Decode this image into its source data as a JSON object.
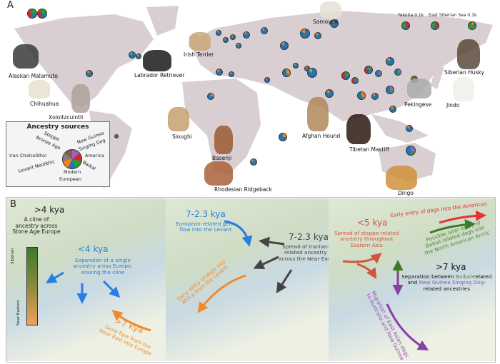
{
  "panel_a": {
    "letter": "A",
    "dogs": [
      "Alaskan Malamute",
      "Chihuahua",
      "Xoloitzcuintli",
      "Labrador Retriever",
      "Irish Terrier",
      "Samoyed",
      "Sloughi",
      "Basenji",
      "Rhodesian Ridgeback",
      "Afghan Hound",
      "Tibetan Mastiff",
      "Pekingese",
      "Jindo",
      "Siberian Husky",
      "Dingo"
    ],
    "site_labels": {
      "yakutia": "Yakutia 0.1k",
      "east_siberian_sea": "East Siberian Sea 0.1k"
    },
    "legend": {
      "title": "Ancestry sources",
      "items": [
        "Steppe Bronze Age",
        "New Guinea Singing Dog",
        "America",
        "Baikal",
        "Modern European",
        "Levant Neolithic",
        "Iran Chalcolithic"
      ],
      "labels": {
        "steppe_1": "Steppe",
        "steppe_2": "Bronze Age",
        "ng_1": "New Guinea",
        "ng_2": "Singing Dog",
        "america": "America",
        "baikal": "Baikal",
        "modern_1": "Modern",
        "modern_2": "European",
        "levant": "Levant Neolithic",
        "iran": "Iran Chalcolithic"
      },
      "colors": {
        "steppe": "#8c564b",
        "new_guinea": "#9467bd",
        "america": "#d62728",
        "baikal": "#2ca02c",
        "modern_european": "#1f77b4",
        "levant": "#ff7f0e",
        "iran": "#7f7f7f"
      }
    }
  },
  "panel_b": {
    "letter": "B",
    "europe": {
      "cline_time": ">4 kya",
      "cline_desc": [
        "A cline of",
        "ancestry across",
        "Stone Age Europe"
      ],
      "scale_top": "Siberian",
      "scale_bottom": "Near Eastern",
      "expansion_time": "<4 kya",
      "expansion_desc": [
        "Expansion of a single",
        "ancestry aross Europe,",
        "erasing the cline"
      ],
      "geneflow_time": ">7 kya",
      "geneflow_desc": [
        "Gene flow from the",
        "Near East into Europe"
      ]
    },
    "near_east": {
      "euro_time": "7-2.3 kya",
      "euro_desc": [
        "European-related gene",
        "flow into the Levant"
      ],
      "iran_time": "7-2.3 kya",
      "iran_desc": [
        "Spread of Iranian-",
        "related ancestry",
        "across the Near East"
      ],
      "africa_desc": [
        "Early entry of dogs into",
        "Africa from the Levant"
      ]
    },
    "east_asia": {
      "steppe_time": "<5 kya",
      "steppe_desc": [
        "Spread of steppe-related",
        "ancestry throughout",
        "Eastern Asia"
      ],
      "americas": "Early entry of dogs into the Americas",
      "arctic_desc": [
        "Possible later entry of",
        "Baikal-related dogs into",
        "the North American Arctic"
      ],
      "sep_time": ">7 kya",
      "sep_parts": [
        "Separation between ",
        "Baikal",
        "-related",
        "and ",
        "New Guinea Singing Dog",
        "-",
        "related ancestries"
      ],
      "migration_desc": [
        "Migration of East Asian dogs",
        "to Australia and New Guinea"
      ]
    }
  }
}
